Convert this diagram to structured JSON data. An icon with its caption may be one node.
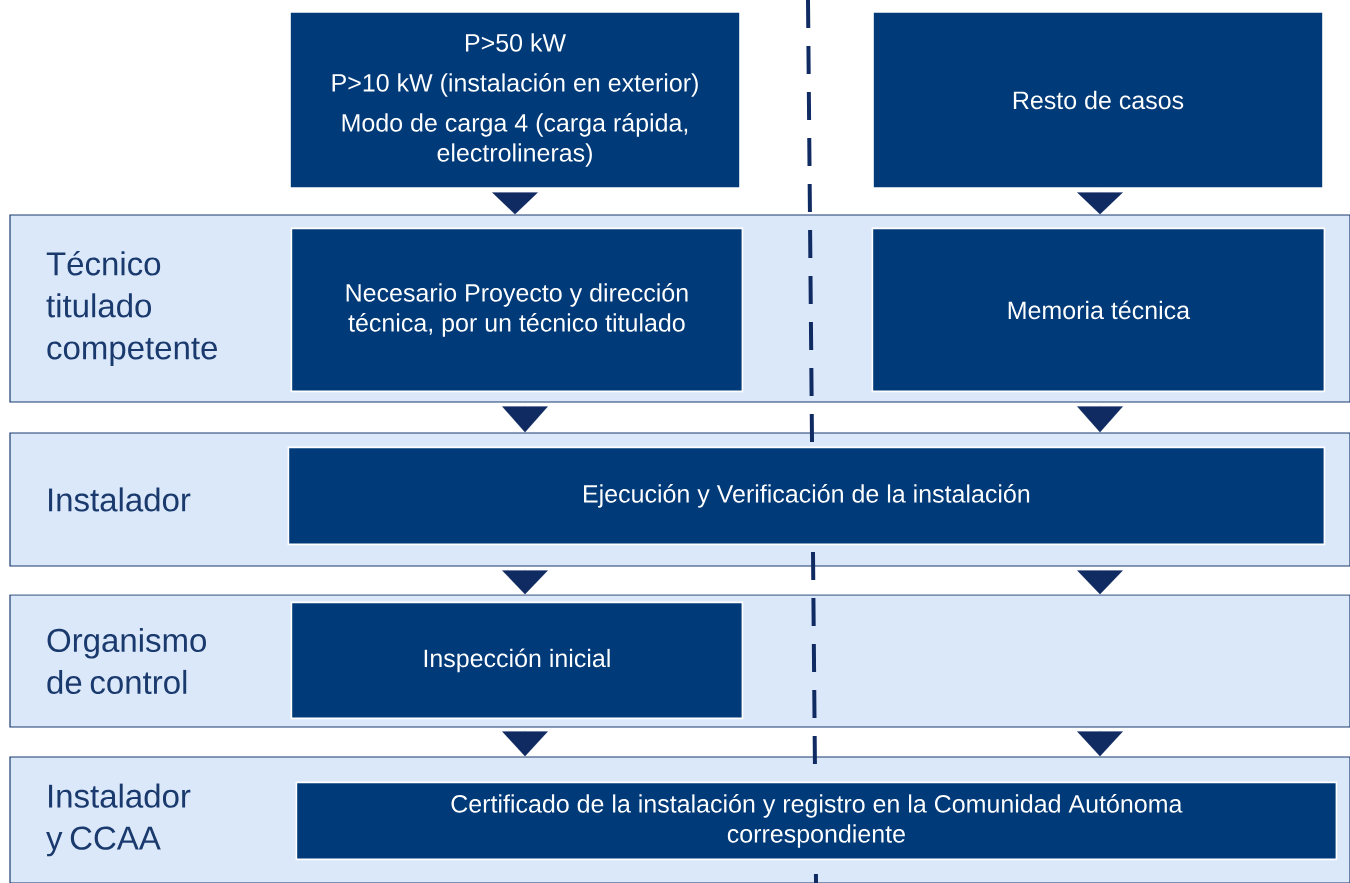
{
  "diagram": {
    "nodes": [
      {
        "text": [
          "P>50 kW",
          "P>10 kW (instalación en exterior)",
          "Modo de carga 4 (carga rápida, electrolineras)"
        ]
      },
      {
        "text": [
          "Resto de casos"
        ]
      },
      {
        "text": [
          "Técnico titulado competente"
        ]
      },
      {
        "text": [
          "Necesario Proyecto y dirección técnica, por un técnico titulado"
        ],
        "in": 2
      },
      {
        "text": [
          "Memoria técnica"
        ],
        "in": 2
      },
      {
        "text": [
          "Instalador"
        ]
      },
      {
        "text": [
          "Ejecución y Verificación de la instalación"
        ],
        "in": 5
      },
      {
        "text": [
          "Organismo de control"
        ]
      },
      {
        "text": [
          "Inspección inicial"
        ],
        "in": 7
      },
      {
        "text": [
          "Instalador y CCAA"
        ]
      },
      {
        "text": [
          "Certificado de la instalación y registro en la Comunidad Autónoma correspondiente"
        ],
        "in": 9
      }
    ],
    "edges": [
      {
        "from": 0,
        "to": 2,
        "arrow": "to"
      },
      {
        "from": 1,
        "to": 2,
        "arrow": "to"
      },
      {
        "from": 2,
        "to": 5,
        "arrow": "to"
      },
      {
        "from": 2,
        "to": 5,
        "arrow": "to"
      },
      {
        "from": 5,
        "to": 7,
        "arrow": "to"
      },
      {
        "from": 5,
        "to": 7,
        "arrow": "to"
      },
      {
        "from": 7,
        "to": 9,
        "arrow": "to"
      },
      {
        "from": 7,
        "to": 9,
        "arrow": "to"
      }
    ]
  }
}
